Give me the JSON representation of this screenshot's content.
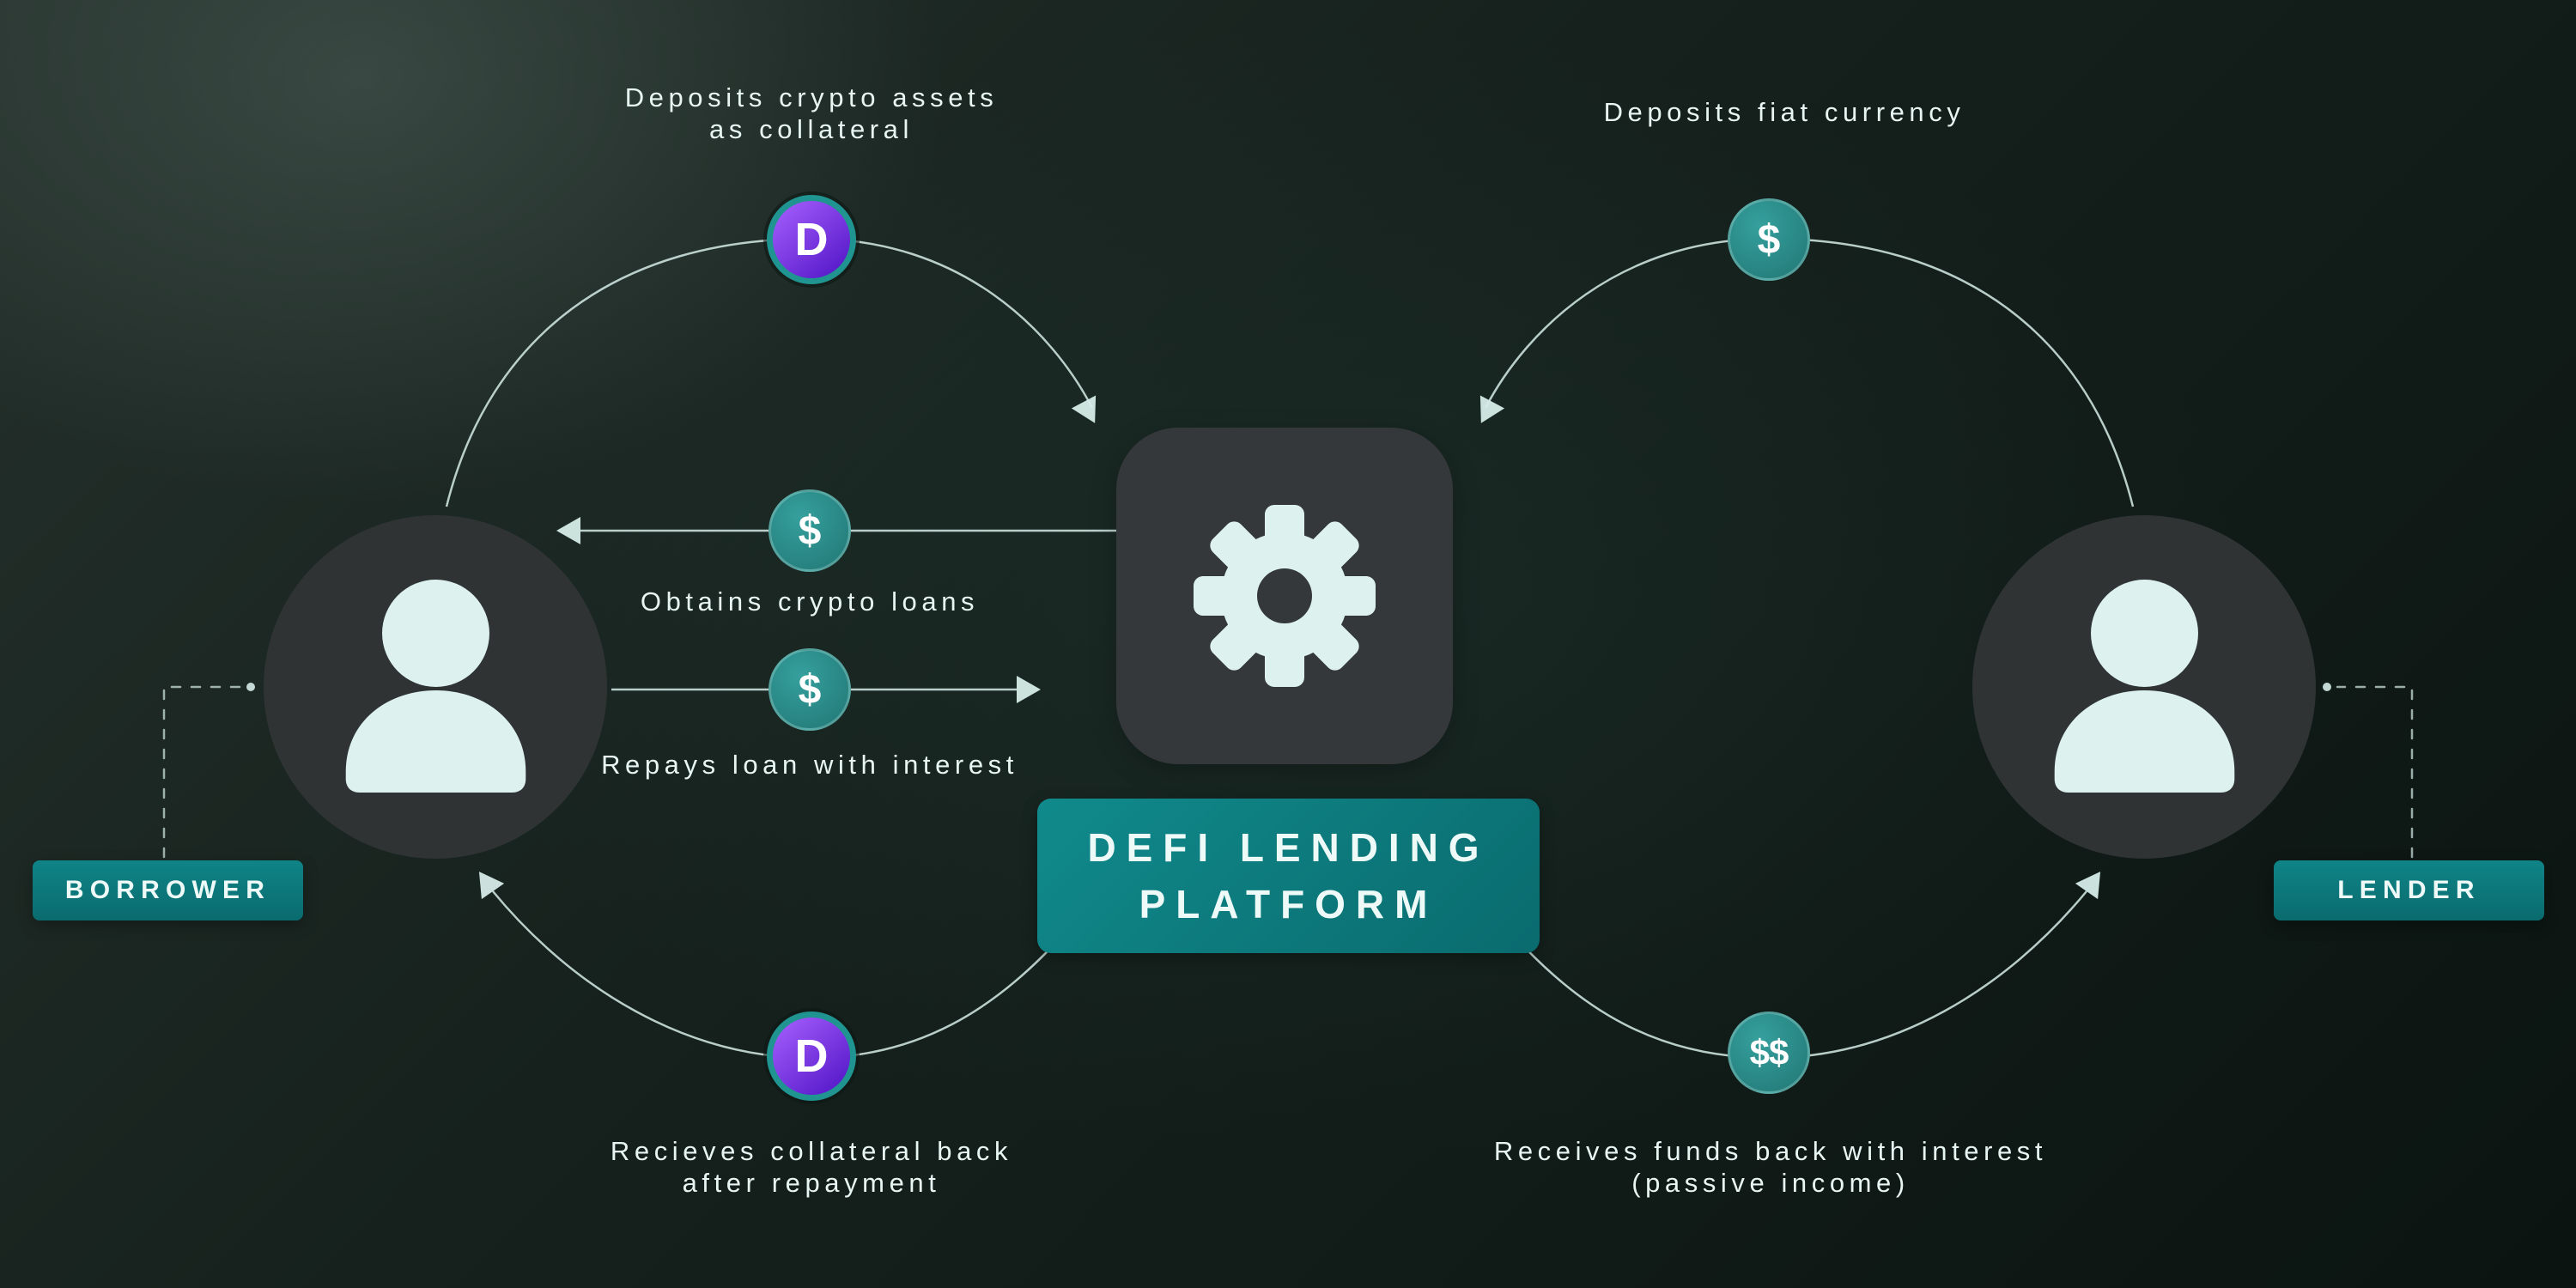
{
  "badges": {
    "borrower": "BORROWER",
    "lender": "LENDER",
    "platform_1": "DEFI LENDING",
    "platform_2": "PLATFORM"
  },
  "labels": {
    "deposit_collateral_1": "Deposits crypto assets",
    "deposit_collateral_2": "as collateral",
    "deposit_fiat": "Deposits fiat currency",
    "obtain_loans": "Obtains crypto loans",
    "repay_loan": "Repays loan with interest",
    "receive_collateral_1": "Recieves collateral back",
    "receive_collateral_2": "after repayment",
    "receive_funds_1": "Receives funds back with interest",
    "receive_funds_2": "(passive income)"
  },
  "coins": {
    "collateral_symbol": "D",
    "dollar_symbol": "$",
    "double_dollar_symbol": "$$"
  },
  "colors": {
    "background_dark": "#0c1512",
    "background_light": "#25312c",
    "badge_teal": "#0d7f82",
    "coin_teal": "#2b8c8a",
    "coin_purple": "#7a3be0",
    "coin_ring_teal": "#1f9490",
    "connector_line": "#d6ece8",
    "node_gray": "#2f3334",
    "icon_fill": "#ddf2ef"
  }
}
